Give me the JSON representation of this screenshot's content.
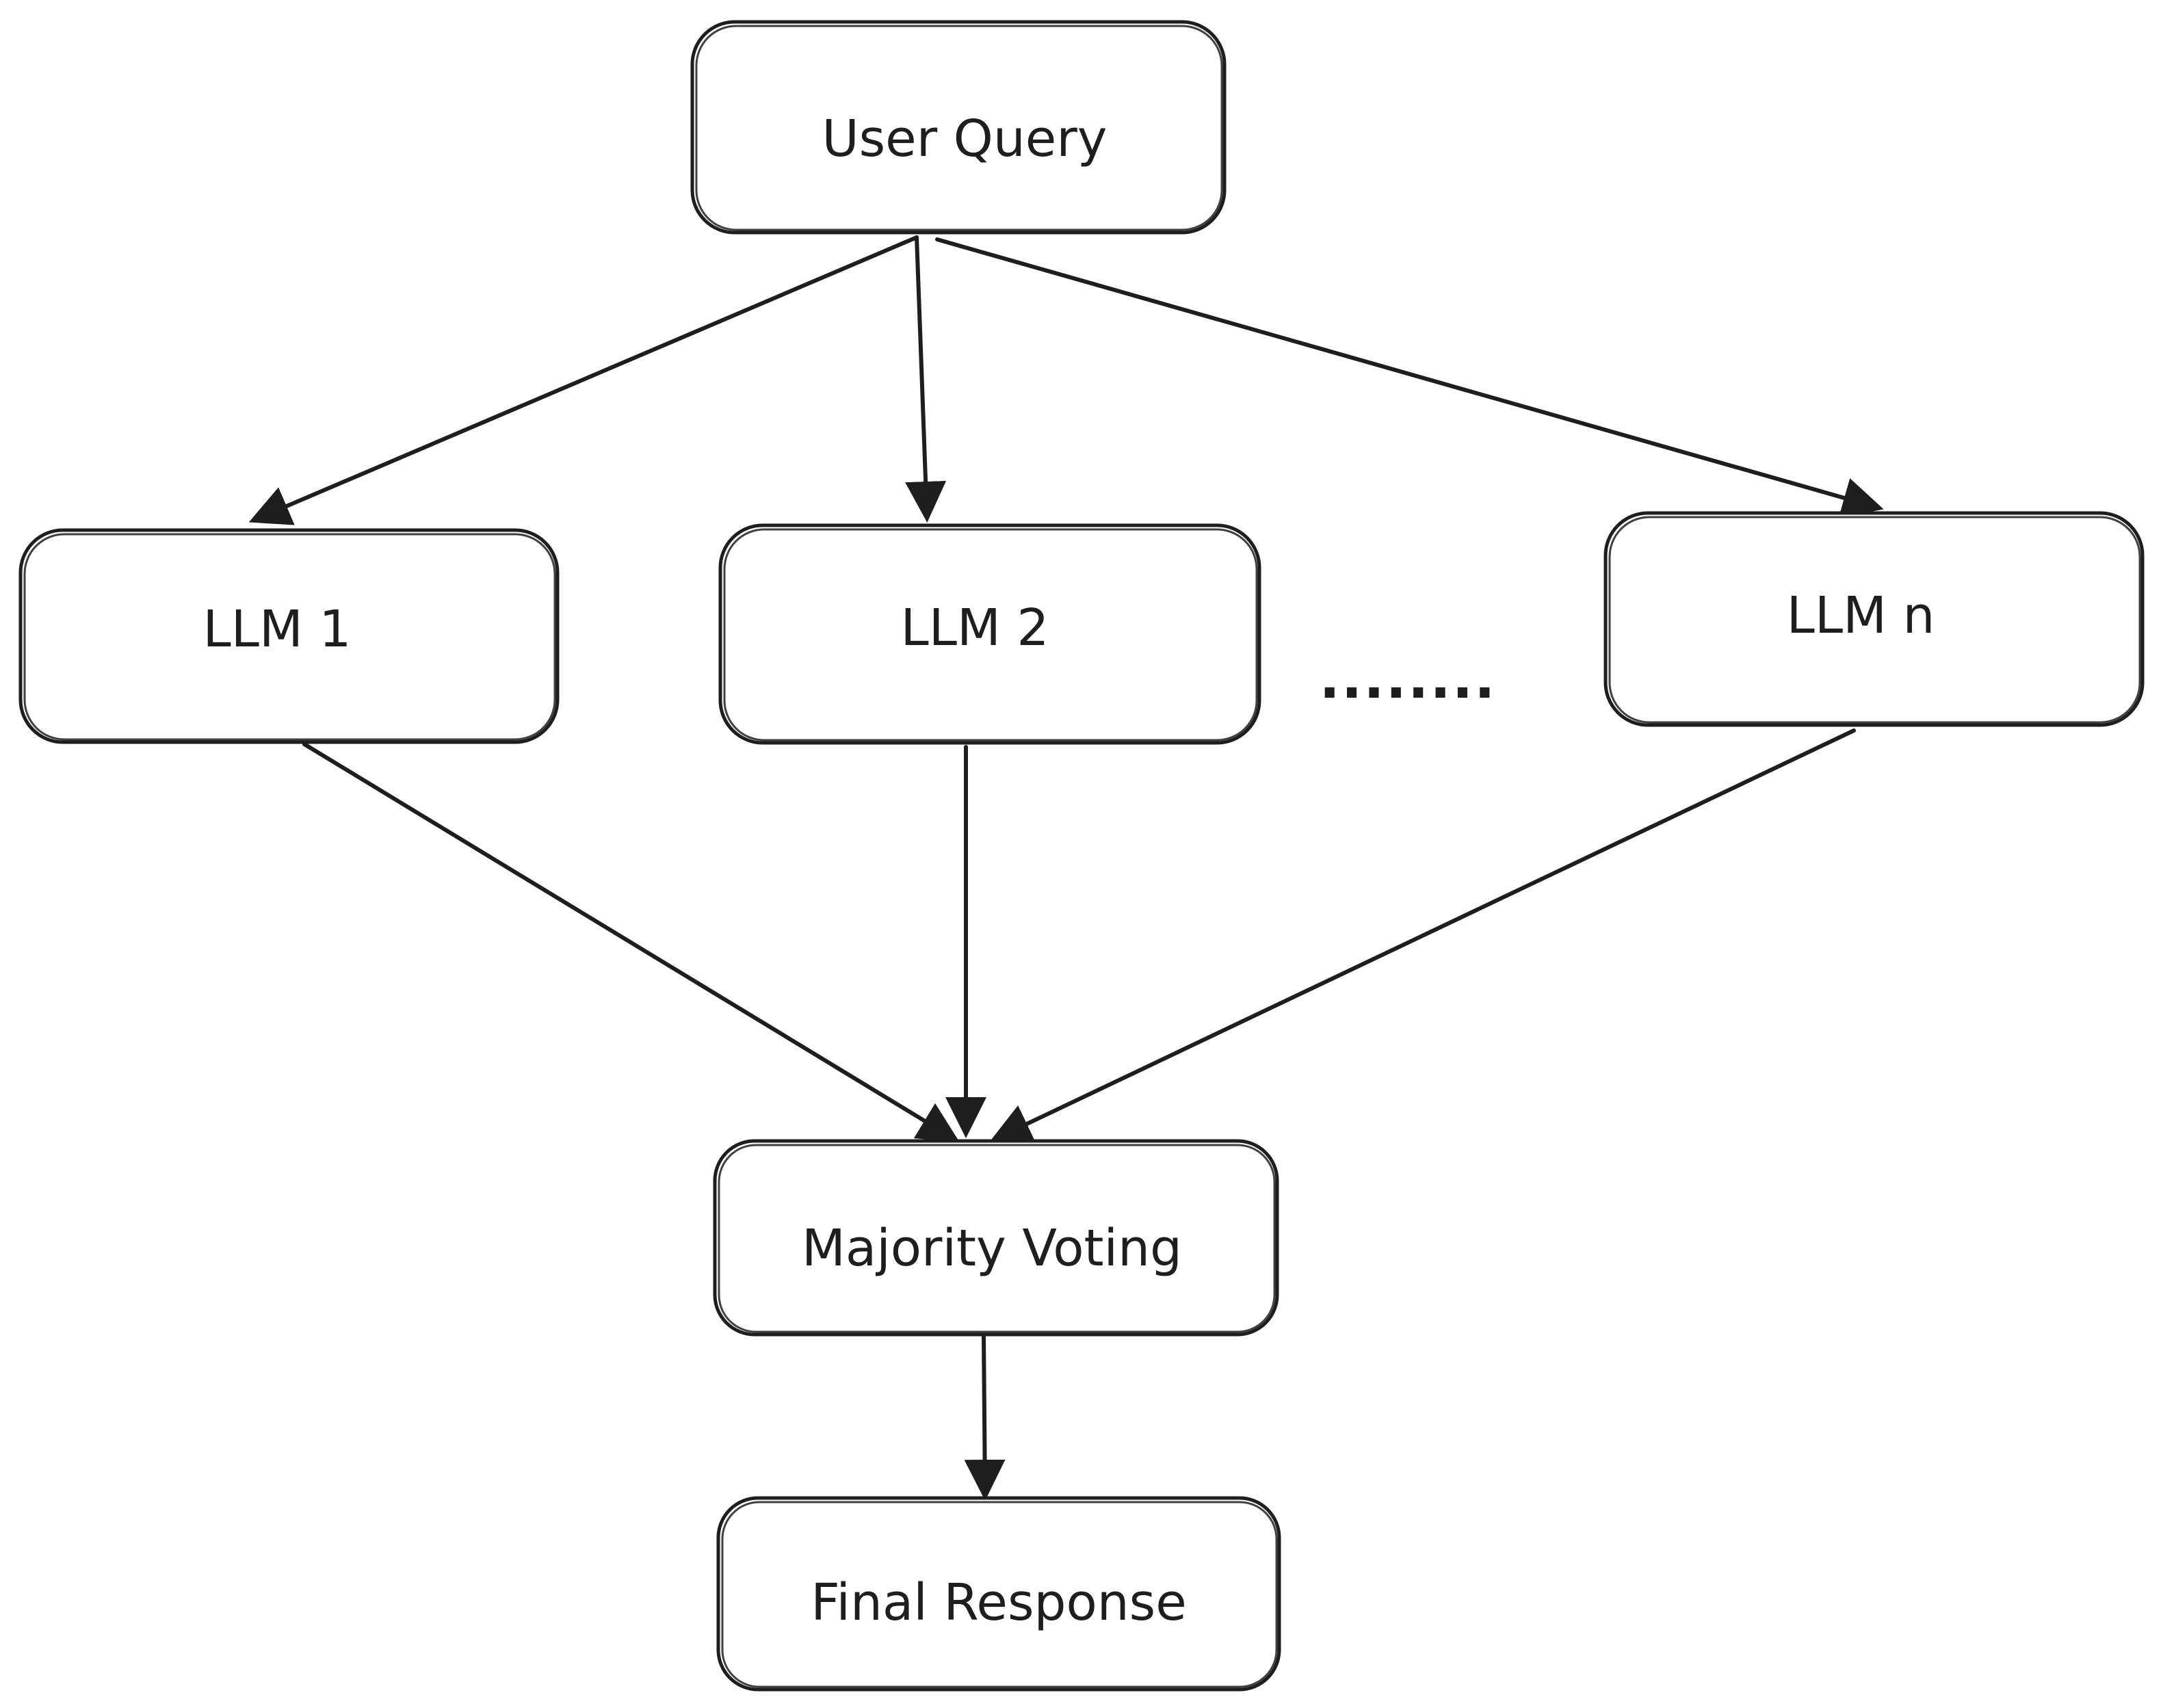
{
  "diagram": {
    "nodes": {
      "user_query": {
        "label": "User Query"
      },
      "llm1": {
        "label": "LLM 1"
      },
      "llm2": {
        "label": "LLM 2"
      },
      "llmn": {
        "label": "LLM n"
      },
      "majority_voting": {
        "label": "Majority Voting"
      },
      "final_response": {
        "label": "Final Response"
      }
    },
    "ellipsis": "........",
    "edges": [
      {
        "from": "user_query",
        "to": "llm1"
      },
      {
        "from": "user_query",
        "to": "llm2"
      },
      {
        "from": "user_query",
        "to": "llmn"
      },
      {
        "from": "llm1",
        "to": "majority_voting"
      },
      {
        "from": "llm2",
        "to": "majority_voting"
      },
      {
        "from": "llmn",
        "to": "majority_voting"
      },
      {
        "from": "majority_voting",
        "to": "final_response"
      }
    ],
    "colors": {
      "stroke": "#1e1e1e",
      "background": "#ffffff"
    }
  }
}
